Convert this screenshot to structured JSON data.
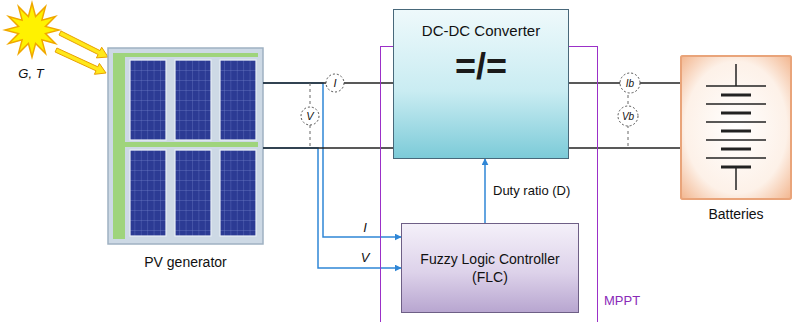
{
  "diagram": {
    "nodes": [
      {
        "text": [
          "PV generator"
        ]
      },
      {
        "text": [
          "MPPT"
        ]
      },
      {
        "text": [
          "DC-DC Converter",
          "=/="
        ],
        "in": 1
      },
      {
        "text": [
          "Fuzzy Logic Controller (FLC)"
        ],
        "in": 1
      },
      {
        "text": [
          "Batteries"
        ]
      }
    ],
    "edges": [
      {
        "from": 0,
        "to": 3,
        "arrow": "to",
        "label": "I"
      },
      {
        "from": 0,
        "to": 3,
        "arrow": "to",
        "label": "V"
      },
      {
        "from": 3,
        "to": 2,
        "arrow": "to",
        "label": "Duty ratio (D)"
      },
      {
        "from": 0,
        "to": 2,
        "arrow": "none"
      },
      {
        "from": 0,
        "to": 2,
        "arrow": "none"
      },
      {
        "from": 2,
        "to": 4,
        "arrow": "none"
      },
      {
        "from": 2,
        "to": 4,
        "arrow": "none"
      }
    ],
    "labels": [
      "G, T",
      "I",
      "V",
      "Ib",
      "Vb"
    ]
  }
}
